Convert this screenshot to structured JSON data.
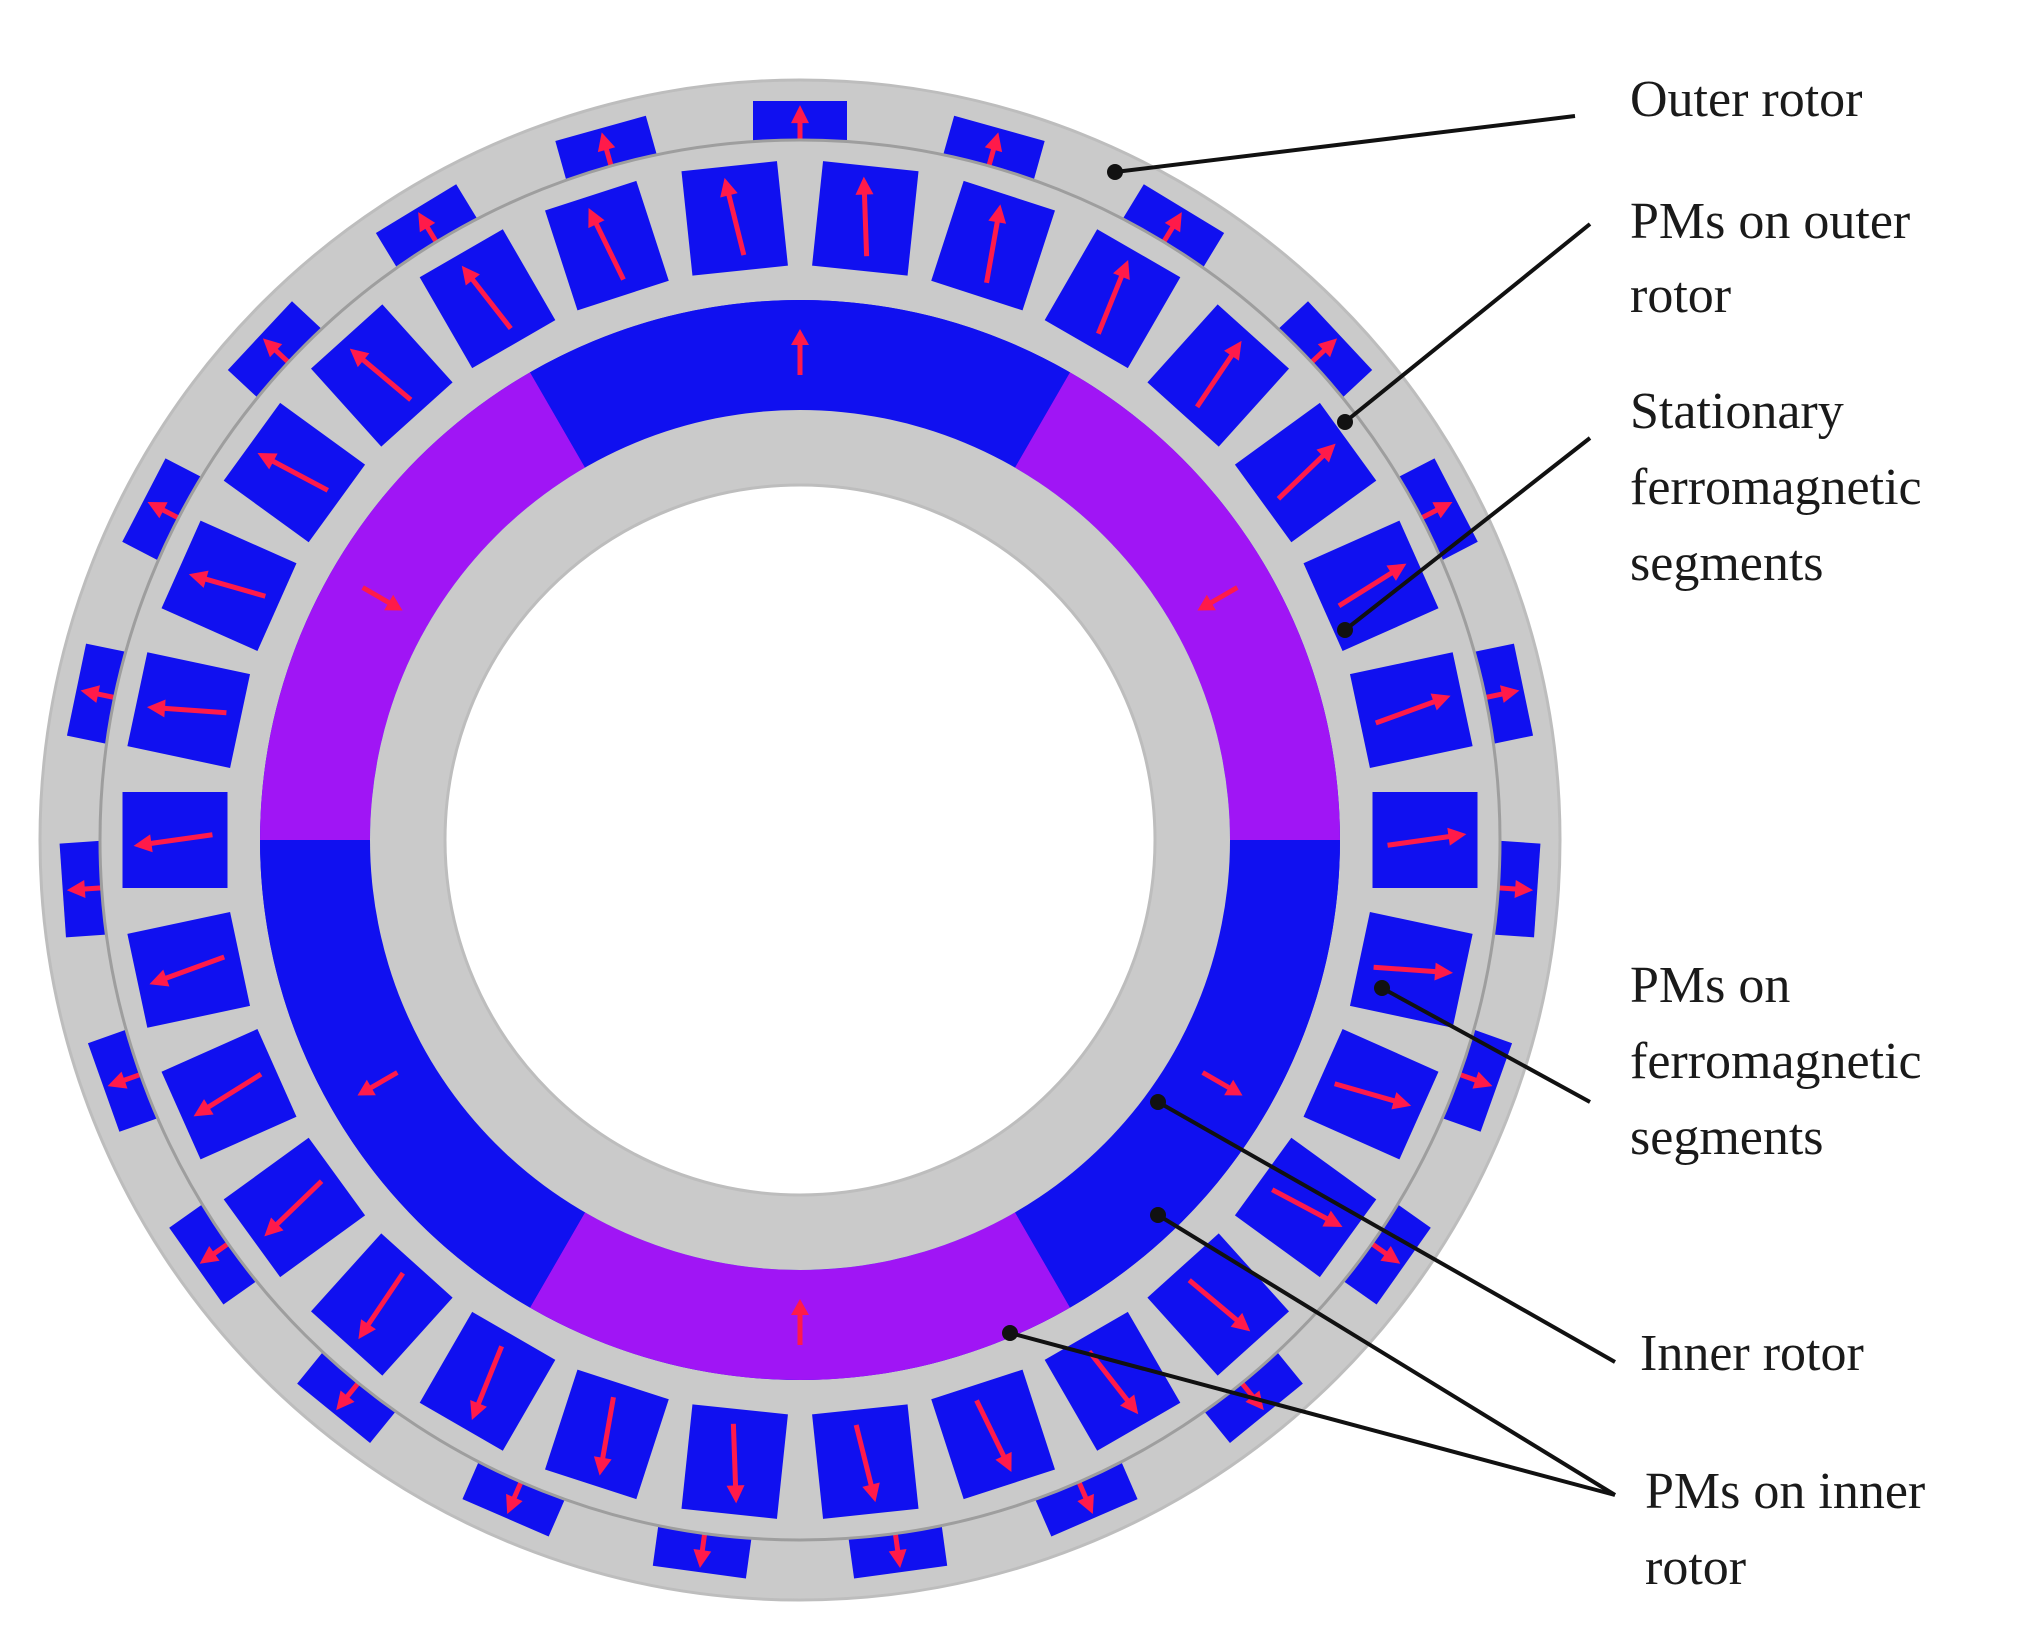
{
  "labels": {
    "outer_rotor": [
      "Outer rotor"
    ],
    "pms_outer": [
      "PMs on outer",
      "rotor"
    ],
    "stationary": [
      "Stationary",
      "ferromagnetic",
      "segments"
    ],
    "pms_ferro": [
      "PMs on",
      "ferromagnetic",
      "segments"
    ],
    "inner_rotor": [
      "Inner rotor"
    ],
    "pms_inner": [
      "PMs on inner",
      "rotor"
    ]
  },
  "colors": {
    "steel": "#cacaca",
    "pm_blue": "#1010f0",
    "pm_purple": "#a015f5",
    "arrow": "#ff1a4a",
    "leader": "#111111",
    "background": "#ffffff"
  },
  "machine": {
    "outer_rotor_pm_count": 23,
    "segment_pm_count": 30,
    "inner_rotor_pole_pairs": 3
  }
}
